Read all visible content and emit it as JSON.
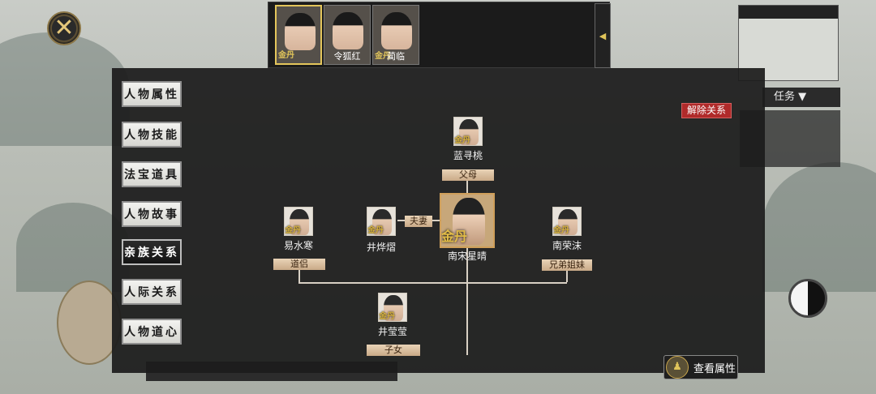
{
  "close_button": {
    "symbol": "✕"
  },
  "top_characters": [
    {
      "name": "",
      "badge": "金丹",
      "selected": true
    },
    {
      "name": "令狐红",
      "badge": "",
      "selected": false
    },
    {
      "name": "蔺临",
      "badge": "金丹",
      "selected": false
    }
  ],
  "menu": [
    {
      "label": "人物属性",
      "active": false
    },
    {
      "label": "人物技能",
      "active": false
    },
    {
      "label": "法宝道具",
      "active": false
    },
    {
      "label": "人物故事",
      "active": false
    },
    {
      "label": "亲族关系",
      "active": true
    },
    {
      "label": "人际关系",
      "active": false
    },
    {
      "label": "人物道心",
      "active": false
    }
  ],
  "remove_relation_label": "解除关系",
  "view_attributes_label": "查看属性",
  "center": {
    "name": "南宋星晴",
    "badge": "金丹"
  },
  "relations": {
    "parent": {
      "name": "蓝寻桃",
      "relation": "父母",
      "badge": "金丹"
    },
    "spouse": {
      "name": "井烨熠",
      "relation": "夫妻",
      "badge": "金丹"
    },
    "daolv": {
      "name": "易水寒",
      "relation": "道侣",
      "badge": "金丹"
    },
    "sibling": {
      "name": "南荣沫",
      "relation": "兄弟姐妹",
      "badge": "金丹"
    },
    "child": {
      "name": "井莹莹",
      "relation": "子女",
      "badge": "金丹"
    }
  },
  "task_label": "任务",
  "colors": {
    "accent_gold": "#e0c45a",
    "remove_red": "#b02a2a"
  }
}
